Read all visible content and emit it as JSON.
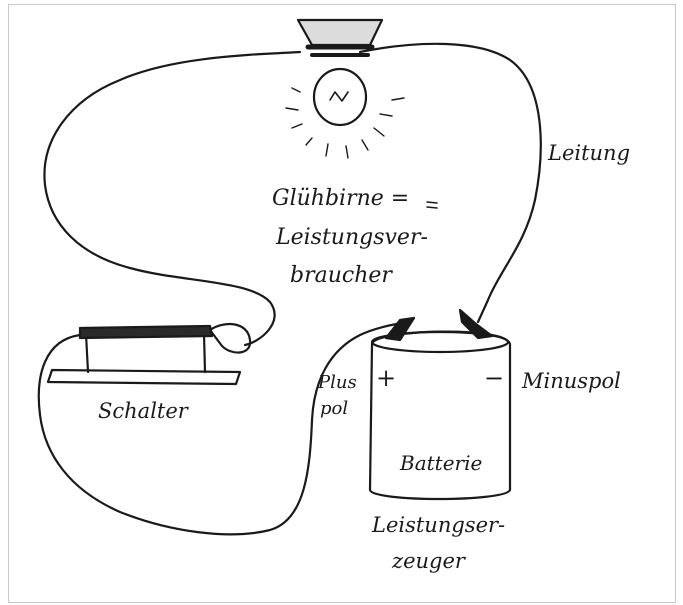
{
  "labels": {
    "bulb": "Glühbirne =",
    "bulb_line2": "Leistungsver-",
    "bulb_line3": "braucher",
    "wire": "Leitung",
    "switch": "Schalter",
    "battery": "Batterie",
    "plus_line1": "Plus",
    "plus_line2": "pol",
    "minus_pole": "Minuspol",
    "producer_line1": "Leistungser-",
    "producer_line2": "zeuger",
    "plus_sign": "+",
    "minus_sign": "−"
  },
  "colors": {
    "ink": "#1a1a1a",
    "paper": "#ffffff",
    "border": "#c9c9c9"
  }
}
